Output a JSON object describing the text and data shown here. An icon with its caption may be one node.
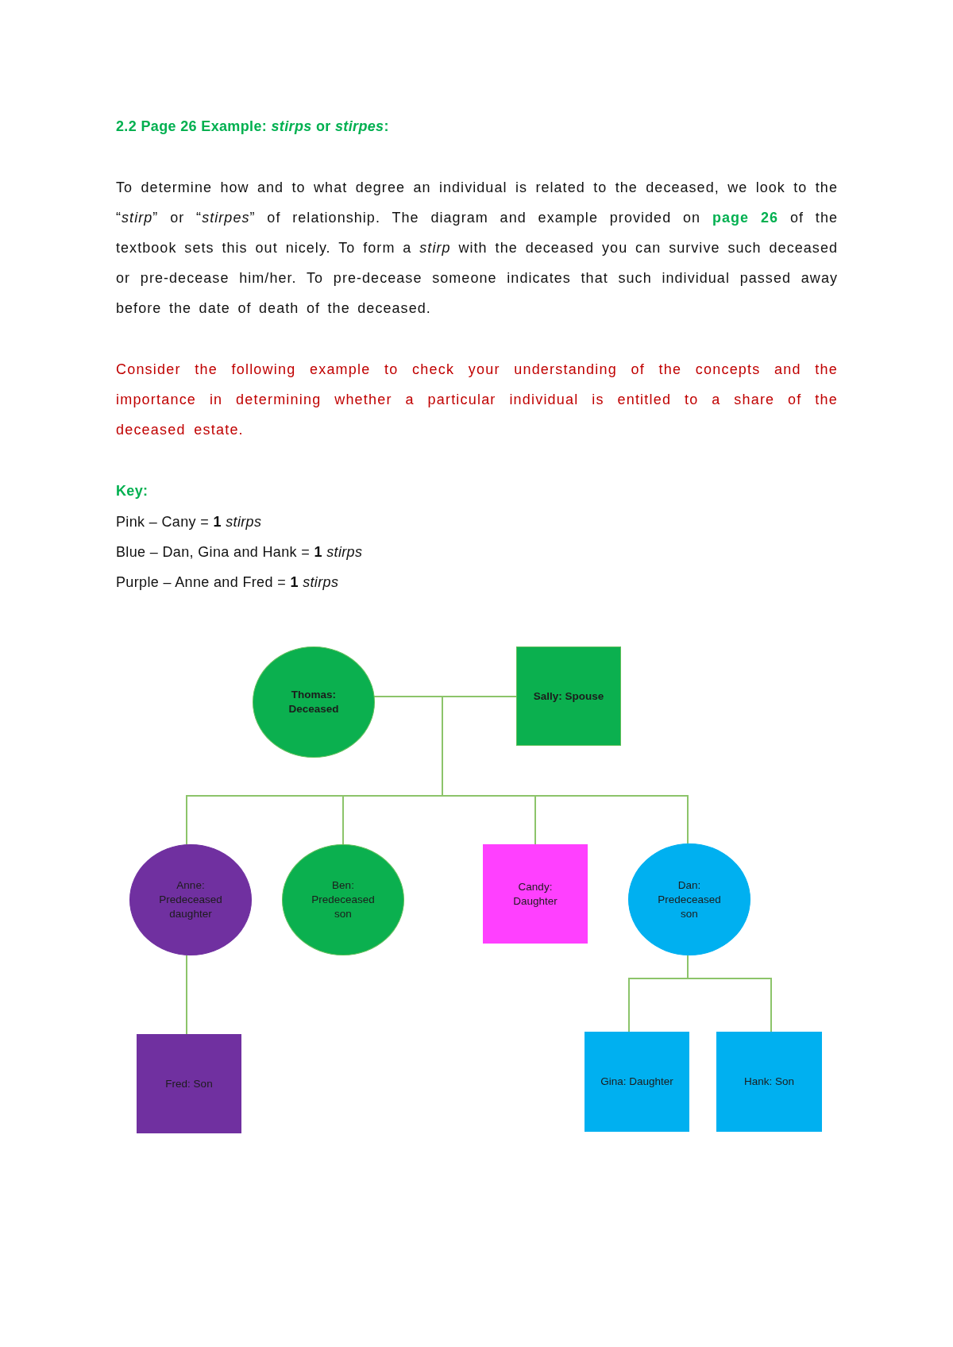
{
  "diagram": {
    "title": "2.2 Page 26 Example: *stirps* or *stirpes*:",
    "nodes": [
      {
        "text": [
          "Thomas: Deceased"
        ]
      },
      {
        "text": [
          "Sally: Spouse"
        ]
      },
      {
        "text": [
          "Anne: Predeceased daughter"
        ]
      },
      {
        "text": [
          "Ben: Predeceased son"
        ]
      },
      {
        "text": [
          "Candy: Daughter"
        ]
      },
      {
        "text": [
          "Dan: Predeceased son"
        ]
      },
      {
        "text": [
          "Fred: Son"
        ]
      },
      {
        "text": [
          "Gina: Daughter"
        ]
      },
      {
        "text": [
          "Hank: Son"
        ]
      }
    ],
    "edges": [
      {
        "from": 0,
        "to": 1,
        "arrow": "none"
      },
      {
        "from": 0,
        "to": 2,
        "arrow": "none"
      },
      {
        "from": 0,
        "to": 3,
        "arrow": "none"
      },
      {
        "from": 0,
        "to": 4,
        "arrow": "none"
      },
      {
        "from": 0,
        "to": 5,
        "arrow": "none"
      },
      {
        "from": 1,
        "to": 2,
        "arrow": "none"
      },
      {
        "from": 1,
        "to": 3,
        "arrow": "none"
      },
      {
        "from": 1,
        "to": 4,
        "arrow": "none"
      },
      {
        "from": 1,
        "to": 5,
        "arrow": "none"
      },
      {
        "from": 2,
        "to": 6,
        "arrow": "none"
      },
      {
        "from": 5,
        "to": 7,
        "arrow": "none"
      },
      {
        "from": 5,
        "to": 8,
        "arrow": "none"
      }
    ],
    "labels": [
      "To determine how and to what degree an individual is related to the deceased, we look to the “*stirp*” or “*stirpes*” of relationship. The diagram and example provided on **page 26** of the textbook sets this out nicely. To form a *stirp* with the deceased you can survive such deceased or pre-decease him/her. To pre-decease someone indicates that such individual passed away before the date of death of the deceased.",
      "Consider the following example to check your understanding of the concepts and the importance in determining whether a particular individual is entitled to a share of the deceased estate.",
      "Key:",
      "Pink – Cany = **1** *stirps*",
      "Blue – Dan, Gina and Hank = **1** *stirps*",
      "Purple – Anne and Fred = **1** *stirps*"
    ]
  }
}
